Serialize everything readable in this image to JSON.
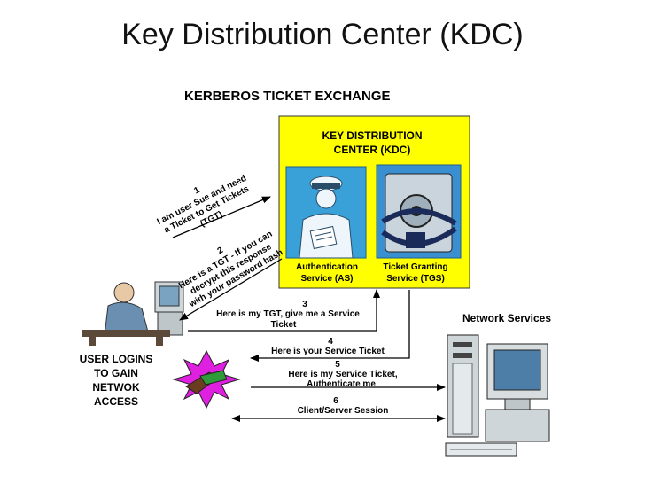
{
  "title": "Key Distribution Center (KDC)",
  "diagram": {
    "heading": "KERBEROS TICKET EXCHANGE",
    "kdc_title_line1": "KEY DISTRIBUTION",
    "kdc_title_line2": "CENTER (KDC)",
    "as_line1": "Authentication",
    "as_line2": "Service (AS)",
    "tgs_line1": "Ticket Granting",
    "tgs_line2": "Service (TGS)",
    "network_services": "Network Services",
    "user_line1": "USER LOGINS",
    "user_line2": "TO GAIN",
    "user_line3": "NETWOK",
    "user_line4": "ACCESS",
    "step1_num": "1",
    "step1_line1": "I am user Sue and need",
    "step1_line2": "a Ticket to Get Tickets",
    "step1_line3": "(TGT)",
    "step2_num": "2",
    "step2_line1": "Here is a TGT - If you can",
    "step2_line2": "decrypt this response",
    "step2_line3": "with your password hash",
    "step3_num": "3",
    "step3_line1": "Here is my TGT, give me a Service",
    "step3_line2": "Ticket",
    "step4_num": "4",
    "step4_line1": "Here is your Service Ticket",
    "step5_num": "5",
    "step5_line1": "Here is my Service Ticket,",
    "step5_line2": "Authenticate me",
    "step6_num": "6",
    "step6_line1": "Client/Server Session"
  },
  "colors": {
    "kdc_box": "#ffff00",
    "as_panel": "#3aa0d8",
    "tgs_panel": "#3a8fd0",
    "starburst": "#e020e0",
    "arrow": "#000000"
  }
}
